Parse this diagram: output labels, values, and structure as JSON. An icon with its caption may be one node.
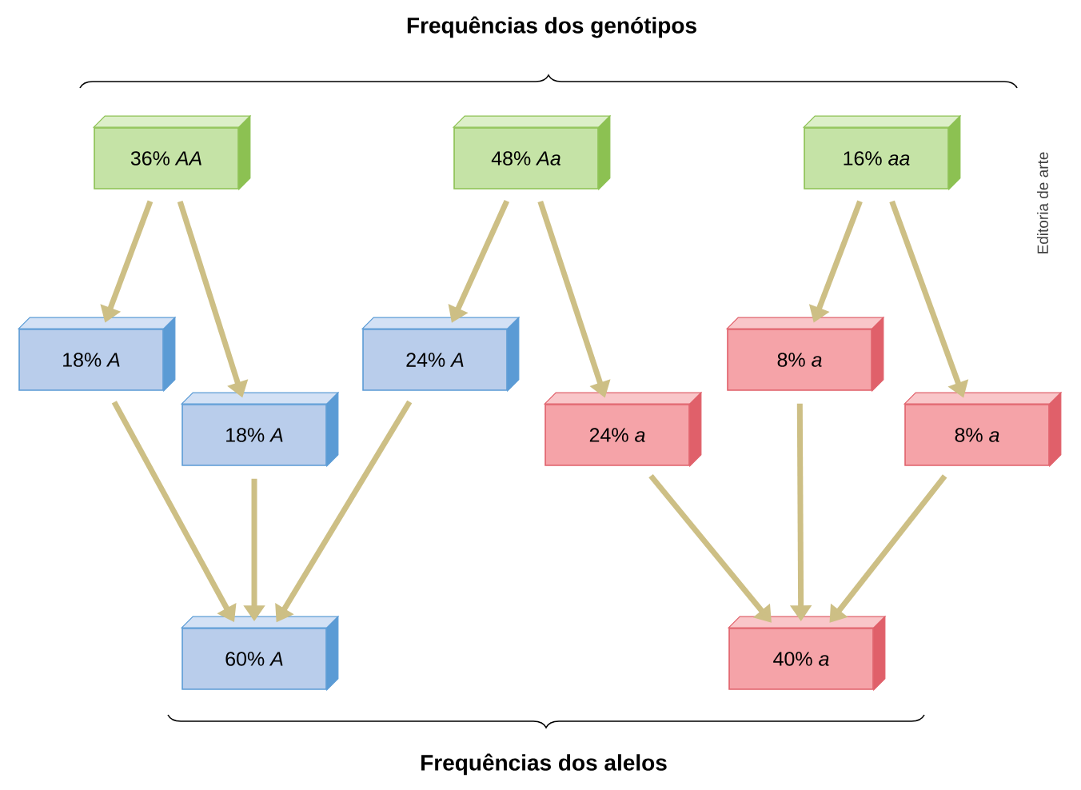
{
  "diagram": {
    "title": "Frequências dos genótipos",
    "nodes": [
      {
        "text": [
          "36% *AA*"
        ]
      },
      {
        "text": [
          "48% *Aa*"
        ]
      },
      {
        "text": [
          "16% *aa*"
        ]
      },
      {
        "text": [
          "18% *A*"
        ]
      },
      {
        "text": [
          "18% *A*"
        ]
      },
      {
        "text": [
          "24% *A*"
        ]
      },
      {
        "text": [
          "24% *a*"
        ]
      },
      {
        "text": [
          "8% *a*"
        ]
      },
      {
        "text": [
          "8% *a*"
        ]
      },
      {
        "text": [
          "60% *A*"
        ]
      },
      {
        "text": [
          "40% *a*"
        ]
      }
    ],
    "edges": [
      {
        "from": 0,
        "to": 3,
        "arrow": "to"
      },
      {
        "from": 0,
        "to": 4,
        "arrow": "to"
      },
      {
        "from": 1,
        "to": 5,
        "arrow": "to"
      },
      {
        "from": 1,
        "to": 6,
        "arrow": "to"
      },
      {
        "from": 2,
        "to": 7,
        "arrow": "to"
      },
      {
        "from": 2,
        "to": 8,
        "arrow": "to"
      },
      {
        "from": 3,
        "to": 9,
        "arrow": "to"
      },
      {
        "from": 4,
        "to": 9,
        "arrow": "to"
      },
      {
        "from": 5,
        "to": 9,
        "arrow": "to"
      },
      {
        "from": 6,
        "to": 10,
        "arrow": "to"
      },
      {
        "from": 7,
        "to": 10,
        "arrow": "to"
      },
      {
        "from": 8,
        "to": 10,
        "arrow": "to"
      }
    ],
    "labels": [
      "Editoria de arte",
      "Frequências dos alelos"
    ]
  }
}
